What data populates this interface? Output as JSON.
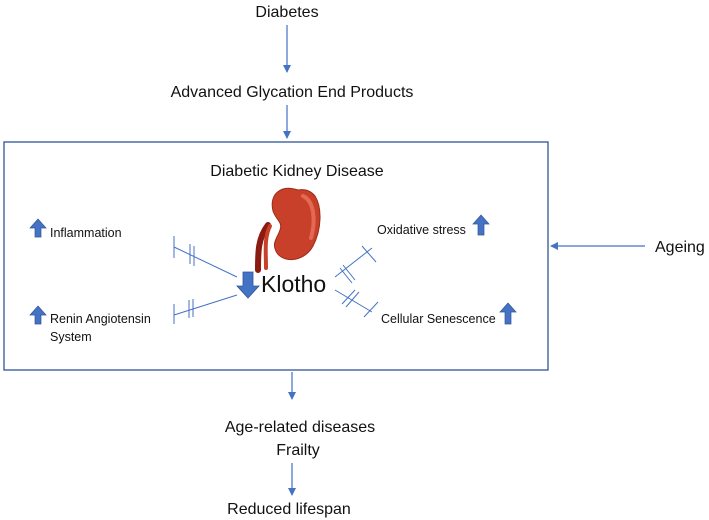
{
  "nodes": {
    "diabetes": "Diabetes",
    "ages": "Advanced Glycation End Products",
    "dkd": "Diabetic Kidney Disease",
    "klotho": "Klotho",
    "ageing": "Ageing",
    "age_related": "Age-related diseases",
    "frailty": "Frailty",
    "lifespan": "Reduced lifespan"
  },
  "factors": {
    "inflammation": "Inflammation",
    "ras_line1": "Renin Angiotensin",
    "ras_line2": "System",
    "oxidative": "Oxidative stress",
    "senescence": "Cellular Senescence"
  },
  "icons": {
    "kidney": "kidney-icon",
    "up_arrow": "up-arrow-icon",
    "down_arrow": "down-arrow-icon"
  },
  "colors": {
    "arrow_blue": "#4472C4",
    "box_border": "#2F5597",
    "kidney_red": "#C9402A",
    "kidney_light": "#E8735C"
  }
}
